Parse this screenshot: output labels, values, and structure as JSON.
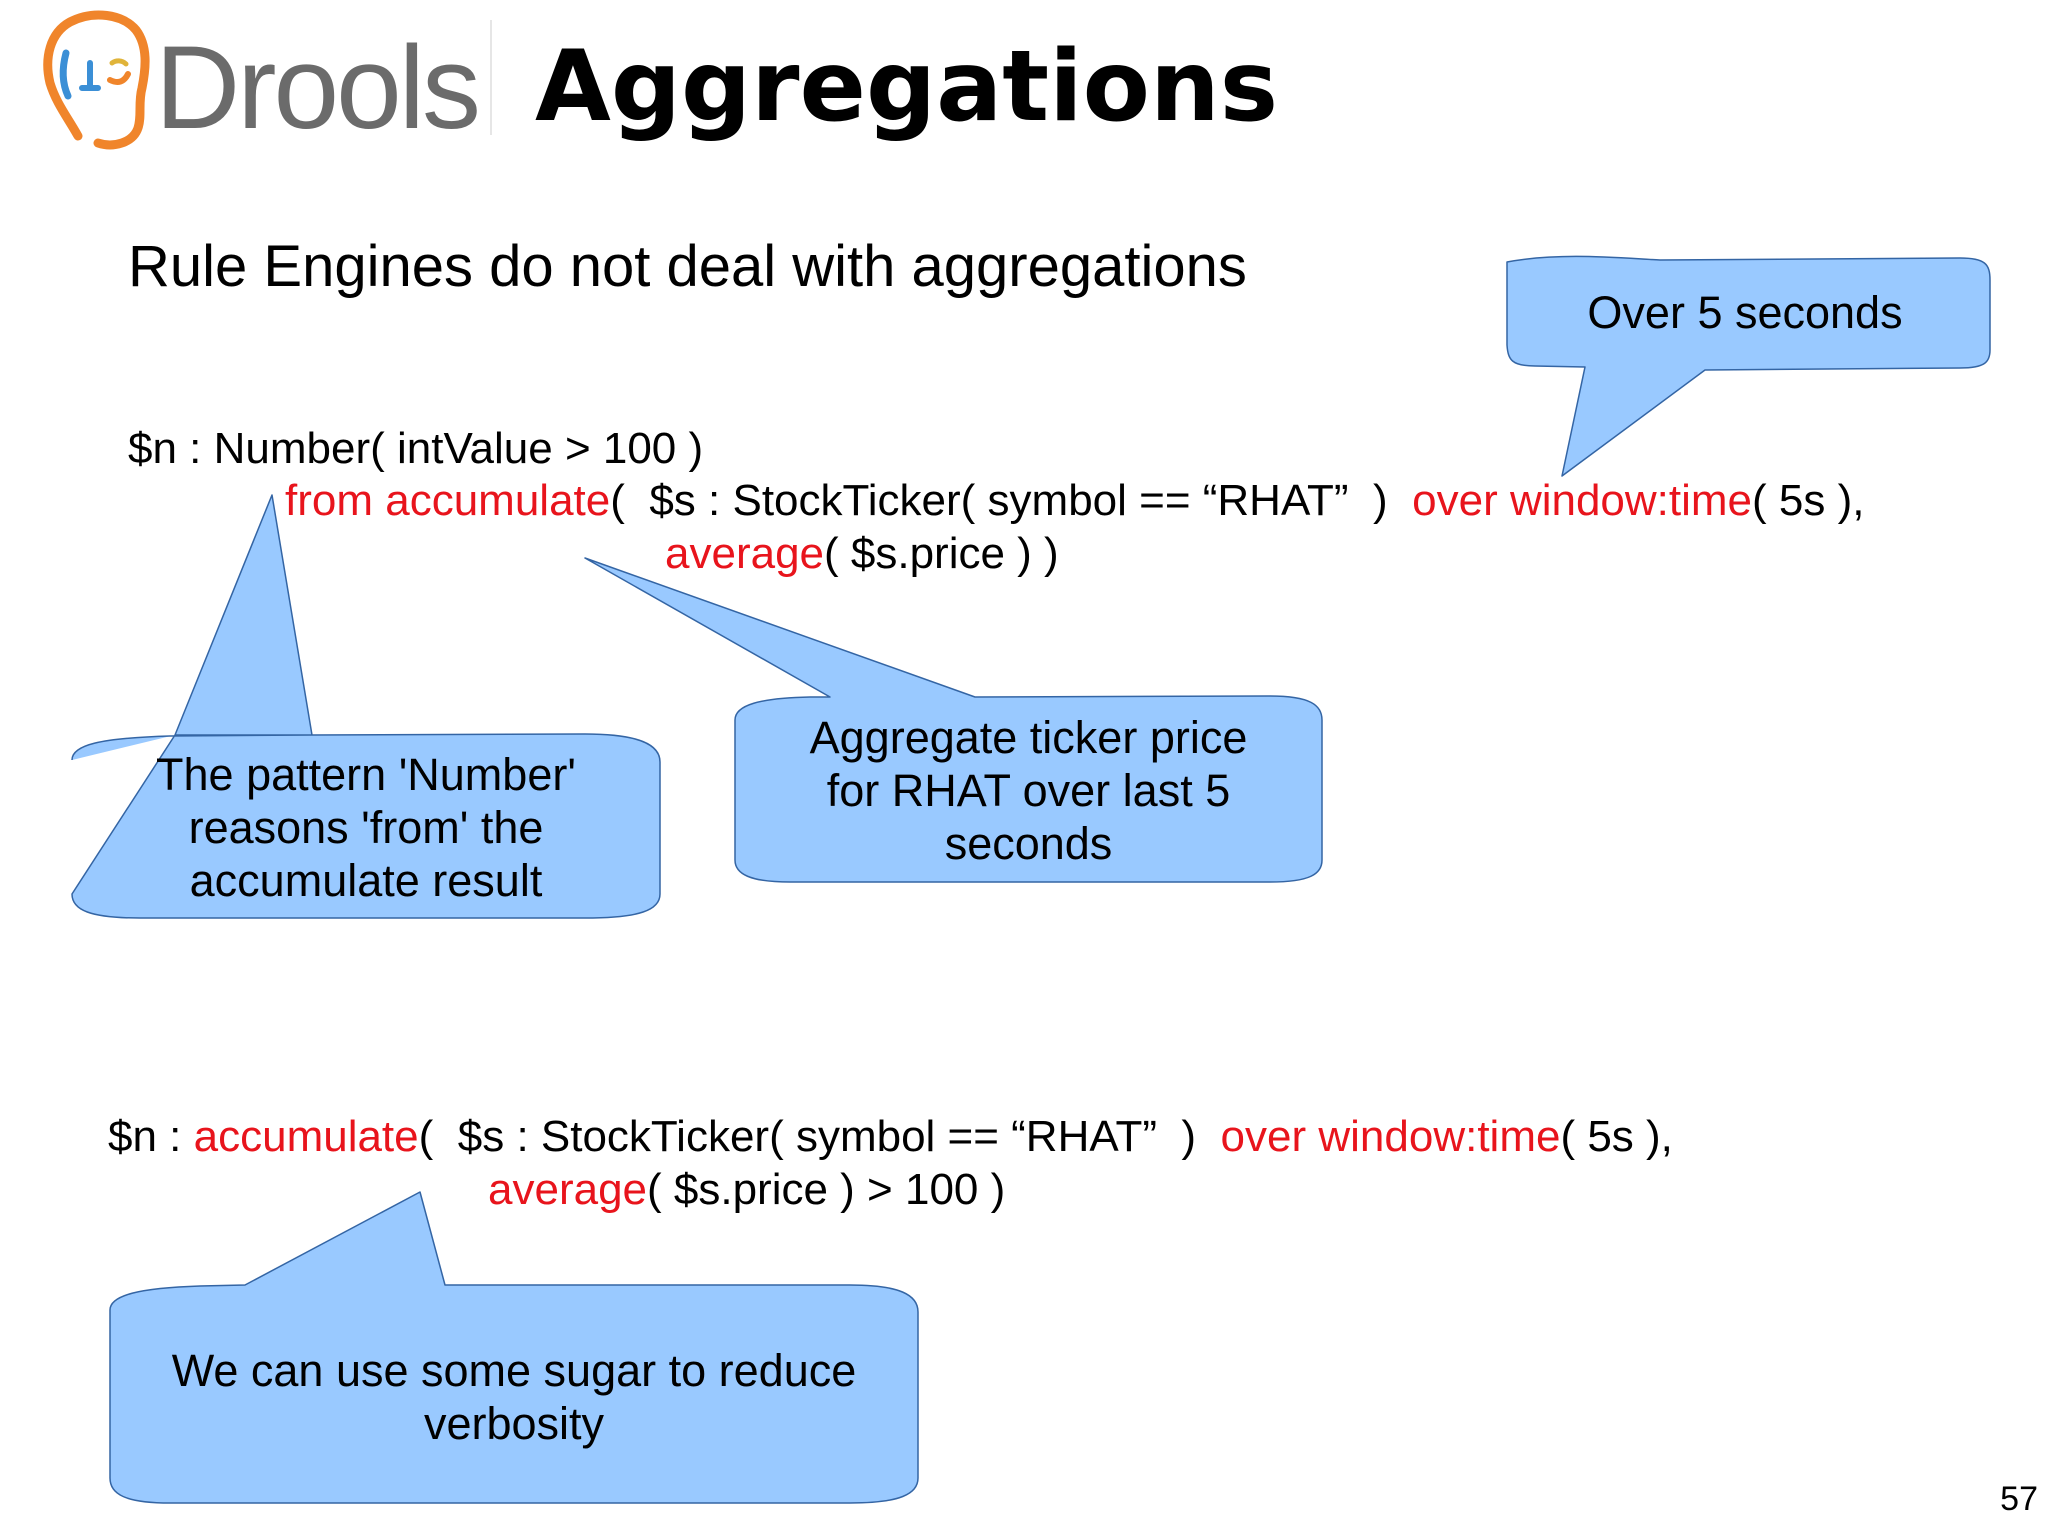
{
  "slide": {
    "logo_text": "Drools",
    "title": "Aggregations",
    "heading": "Rule Engines do not deal with aggregations",
    "page_number": "57"
  },
  "code1": {
    "line1": "$n : Number( intValue > 100 )",
    "line2_kw1": "from accumulate",
    "line2_mid": "(  $s : StockTicker( symbol == “RHAT”  )  ",
    "line2_kw2": "over window:time",
    "line2_end": "( 5s ),",
    "line3_kw": "average",
    "line3_end": "( $s.price ) )"
  },
  "code2": {
    "line1_start": "$n : ",
    "line1_kw1": "accumulate",
    "line1_mid": "(  $s : StockTicker( symbol == “RHAT”  )  ",
    "line1_kw2": "over window:time",
    "line1_end": "( 5s ),",
    "line2_kw": "average",
    "line2_end": "( $s.price ) > 100 )"
  },
  "callouts": {
    "over_5_seconds": "Over 5 seconds",
    "pattern_number": [
      "The pattern 'Number'",
      "reasons 'from' the",
      "accumulate result"
    ],
    "aggregate_ticker": [
      "Aggregate ticker price",
      "for RHAT over last 5",
      "seconds"
    ],
    "sugar": [
      "We can use some sugar to reduce",
      "verbosity"
    ]
  },
  "colors": {
    "keyword_red": "#e8141c",
    "callout_fill": "#99c9ff",
    "callout_stroke": "#3465a4",
    "logo_orange": "#f0852b",
    "logo_blue": "#3b8fd6",
    "logo_text": "#6b6b6b"
  }
}
